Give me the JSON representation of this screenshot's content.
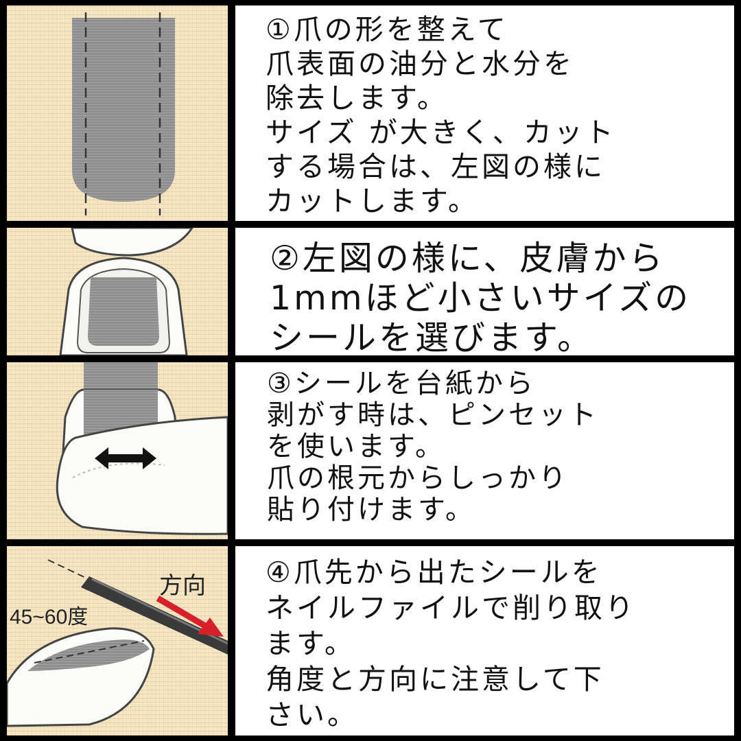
{
  "steps": [
    {
      "text": "①爪の形を整えて\n爪表面の油分と水分を\n除去します。\nサイズ が大きく、カット\nする場合は、左図の様に\nカットします。"
    },
    {
      "text": "②左図の様に、皮膚から\n1mmほど小さいサイズの\nシールを選びます。"
    },
    {
      "text": "③シールを台紙から\n剥がす時は、ピンセット\nを使います。\n爪の根元からしっかり\n貼り付けます。"
    },
    {
      "text": "④爪先から出たシールを\nネイルファイルで削り取り\nます。\n角度と方向に注意して下\nさい。"
    }
  ],
  "illustration_labels": {
    "direction": "方向",
    "angle": "45~60度"
  },
  "colors": {
    "background": "#000000",
    "panel_beige": "#f6e6c4",
    "nail_gray": "#8c8c8c",
    "arrow_red": "#d8202a"
  }
}
